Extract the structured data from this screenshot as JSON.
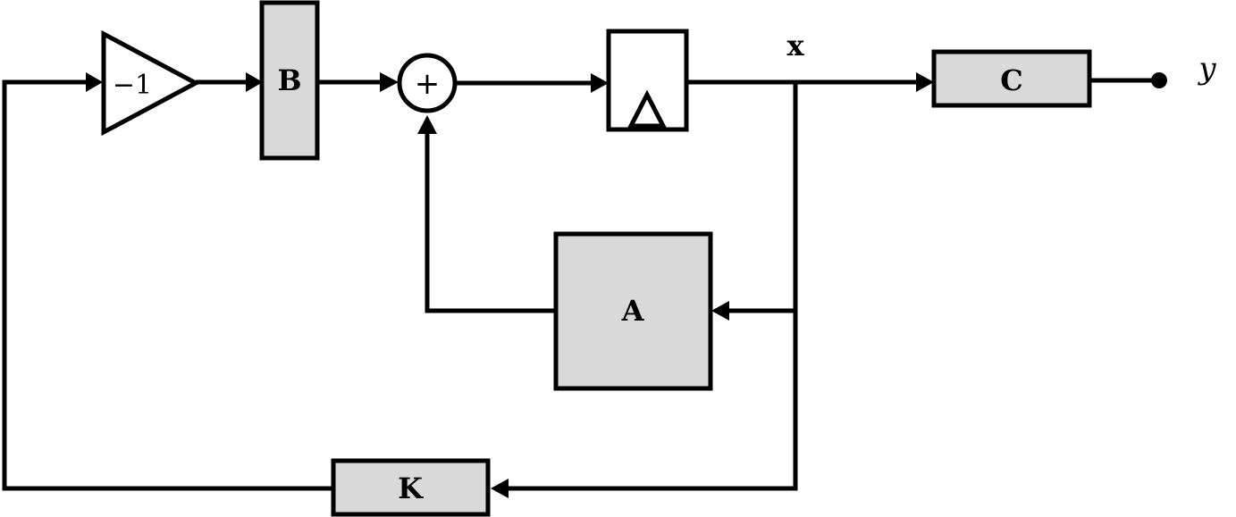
{
  "diagram": {
    "blocks": {
      "gain": {
        "label": "−1"
      },
      "b": {
        "label": "B"
      },
      "a": {
        "label": "A"
      },
      "c": {
        "label": "C"
      },
      "k": {
        "label": "K"
      }
    },
    "summing_junction": {
      "symbol": "+"
    },
    "delay": {
      "symbol": "Δ"
    },
    "signals": {
      "state": "x",
      "output": "y"
    },
    "colors": {
      "block_fill": "#d9d9d9",
      "stroke": "#000000",
      "background": "#ffffff"
    }
  }
}
